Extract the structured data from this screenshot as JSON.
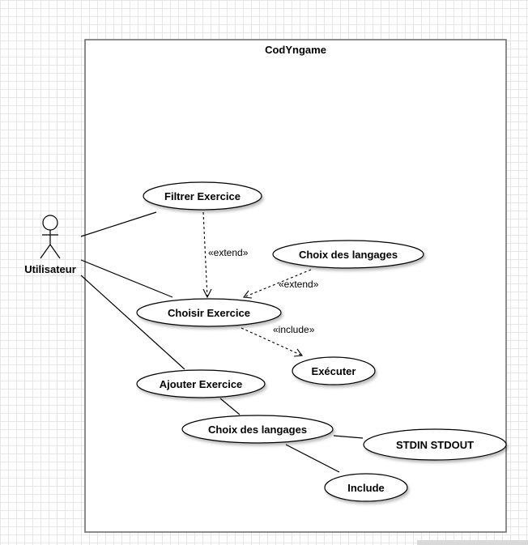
{
  "system": {
    "title": "CodYngame"
  },
  "actor": {
    "label": "Utilisateur"
  },
  "use_cases": {
    "filtrer_exercice": "Filtrer Exercice",
    "choix_langages_top": "Choix des langages",
    "choisir_exercice": "Choisir Exercice",
    "executer": "Exécuter",
    "ajouter_exercice": "Ajouter Exercice",
    "choix_langages_bottom": "Choix des langages",
    "stdin_stdout": "STDIN STDOUT",
    "include": "Include"
  },
  "relations": {
    "extend_filtrer": "«extend»",
    "extend_choix": "«extend»",
    "include_executer": "«include»"
  }
}
